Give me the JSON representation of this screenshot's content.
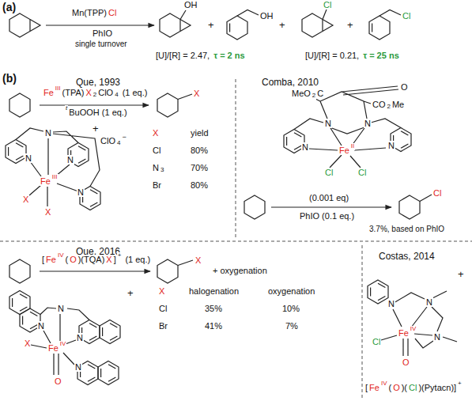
{
  "diagram": {
    "labels": [
      "(a)",
      "Mn(TPP)",
      "Cl",
      "PhIO",
      "single turnover",
      "OH",
      "+",
      "OH",
      "+",
      "Cl",
      "+",
      "Cl",
      "[U]/[R] = 2.47,",
      "τ = 2 ns",
      "[U]/[R] = 0.21,",
      "τ = 25 ns",
      "(b)",
      "Que, 1993",
      "Fe",
      "III",
      "(TPA)",
      "X",
      "2",
      "ClO",
      "4",
      "(1 eq.)",
      "t",
      "BuOOH (1 eq.)",
      "X",
      "+",
      "ClO",
      "4",
      "−",
      "N",
      "N",
      "N",
      "Fe",
      "III",
      "N",
      "X",
      "X",
      "X",
      "yield",
      "Cl",
      "80%",
      "N",
      "3",
      "70%",
      "Br",
      "80%",
      "Comba, 2010",
      "MeO",
      "2",
      "C",
      "O",
      "CO",
      "2",
      "Me",
      "N",
      "N",
      "N",
      "N",
      "Fe",
      "II",
      "Cl",
      "Cl",
      "(0.001 eq)",
      "PhIO (0.1 eq.)",
      "Cl",
      "3.7%, based on PhIO",
      "Que, 2016",
      "[",
      "Fe",
      "IV",
      "(",
      "O",
      ")(TQA)",
      "X",
      "]",
      "+",
      "(1 eq.)",
      "X",
      "+ oxygenation",
      "X",
      "halogenation",
      "oxygenation",
      "Cl",
      "35%",
      "10%",
      "Br",
      "41%",
      "7%",
      "+",
      "N",
      "N",
      "N",
      "X",
      "Fe",
      "IV",
      "N",
      "O",
      "Costas, 2014",
      "+",
      "N",
      "N",
      "N",
      "Cl",
      "Fe",
      "IV",
      "O",
      "[",
      "Fe",
      "IV",
      "(",
      "O",
      ")(",
      "Cl",
      ")(Pytacn)]",
      "+"
    ]
  }
}
